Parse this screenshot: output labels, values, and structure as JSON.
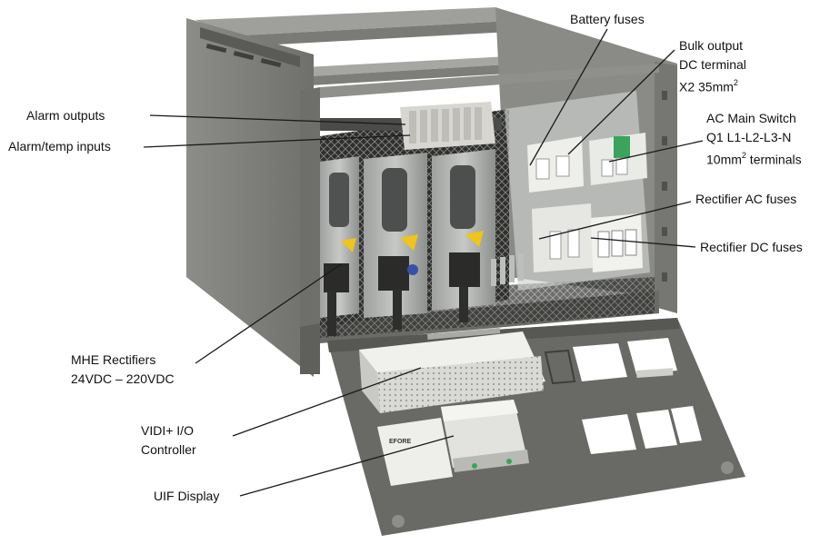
{
  "labels": {
    "battery_fuses": "Battery fuses",
    "bulk_output": {
      "line1": "Bulk output",
      "line2": "DC terminal",
      "line3_pre": "X2 35mm",
      "line3_sup": "2"
    },
    "ac_main_switch": {
      "line1": "AC Main Switch",
      "line2": "Q1 L1-L2-L3-N",
      "line3_pre": "10mm",
      "line3_sup": "2",
      "line3_post": " terminals"
    },
    "rectifier_ac_fuses": "Rectifier AC fuses",
    "rectifier_dc_fuses": "Rectifier DC fuses",
    "alarm_outputs": "Alarm outputs",
    "alarm_temp_inputs": "Alarm/temp inputs",
    "mhe_rectifiers": {
      "line1": "MHE Rectifiers",
      "line2": "24VDC – 220VDC"
    },
    "vidi_controller": {
      "line1": "VIDI+ I/O",
      "line2": "Controller"
    },
    "uif_display": "UIF Display"
  },
  "illustration": {
    "logo_text": "EFORE",
    "colors": {
      "frame": "#7d7e7b",
      "frame_dark": "#5d5e5b",
      "panel": "#e6e6e3",
      "accent_green": "#3aa35c",
      "warning_yellow": "#f0c419"
    }
  }
}
